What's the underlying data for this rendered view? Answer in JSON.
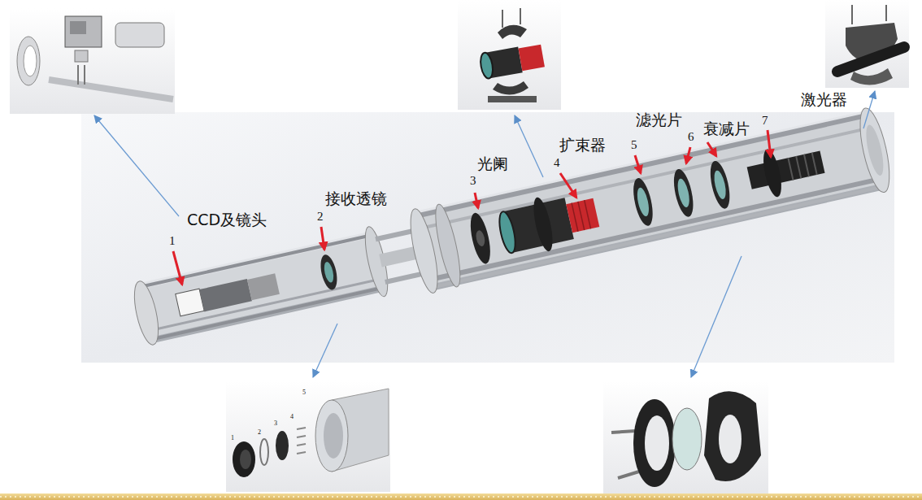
{
  "diagram": {
    "labels": [
      "CCD及镜头",
      "1",
      "接收透镜",
      "2",
      "光阑",
      "3",
      "扩束器",
      "4",
      "滤光片",
      "5",
      "6",
      "衰减片",
      "7",
      "激光器",
      "1",
      "2",
      "3",
      "4",
      "5"
    ]
  }
}
